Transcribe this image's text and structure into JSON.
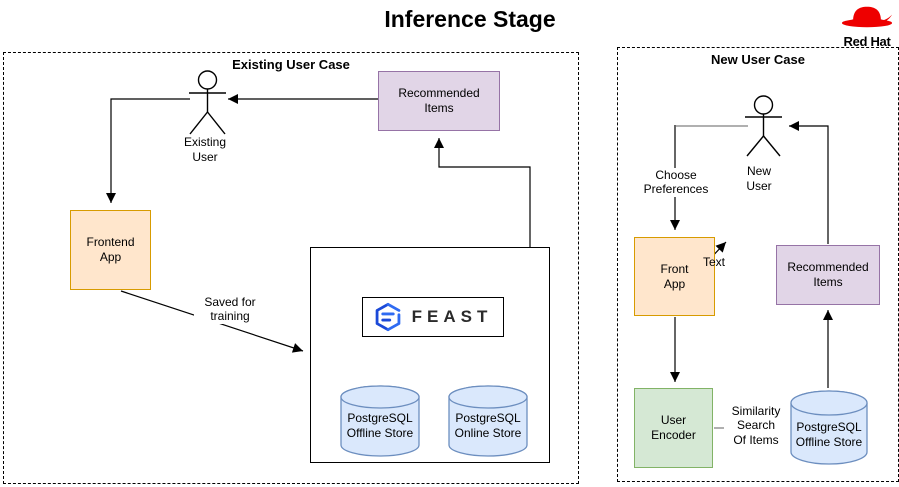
{
  "title": "Inference Stage",
  "brand": {
    "name": "Red Hat",
    "hat_color": "#ee0000",
    "text_color": "#000000"
  },
  "colors": {
    "orange_fill": "#ffe6cc",
    "orange_stroke": "#d79b00",
    "purple_fill": "#e1d5e7",
    "purple_stroke": "#9673a6",
    "green_fill": "#d5e8d4",
    "green_stroke": "#82b366",
    "blue_fill": "#dae8fc",
    "blue_stroke": "#6c8ebf",
    "feast_blue": "#2563eb",
    "line_color": "#000000",
    "gray_line_color": "#808080"
  },
  "left_panel": {
    "title": "Existing User Case",
    "actor_label": {
      "lines": [
        "Existing",
        "User"
      ]
    },
    "recommended_items": {
      "lines": [
        "Recommended",
        "Items"
      ]
    },
    "frontend_app": {
      "lines": [
        "Frontend",
        "App"
      ]
    },
    "feast_label": "FEAST",
    "offline_store": {
      "lines": [
        "PostgreSQL",
        "Offline Store"
      ]
    },
    "online_store": {
      "lines": [
        "PostgreSQL",
        "Online Store"
      ]
    },
    "edge_label_saved": {
      "lines": [
        "Saved for",
        "training"
      ]
    }
  },
  "right_panel": {
    "title": "New User Case",
    "actor_label": {
      "lines": [
        "New",
        "User"
      ]
    },
    "edge_label_choose": {
      "lines": [
        "Choose",
        "Preferences"
      ]
    },
    "front_app": {
      "lines": [
        "Front",
        "App"
      ]
    },
    "edge_label_text": "Text",
    "recommended_items": {
      "lines": [
        "Recommended",
        "Items"
      ]
    },
    "user_encoder": {
      "lines": [
        "User",
        "Encoder"
      ]
    },
    "edge_label_similarity": {
      "lines": [
        "Similarity",
        "Search",
        "Of Items"
      ]
    },
    "offline_store": {
      "lines": [
        "PostgreSQL",
        "Offline Store"
      ]
    }
  }
}
